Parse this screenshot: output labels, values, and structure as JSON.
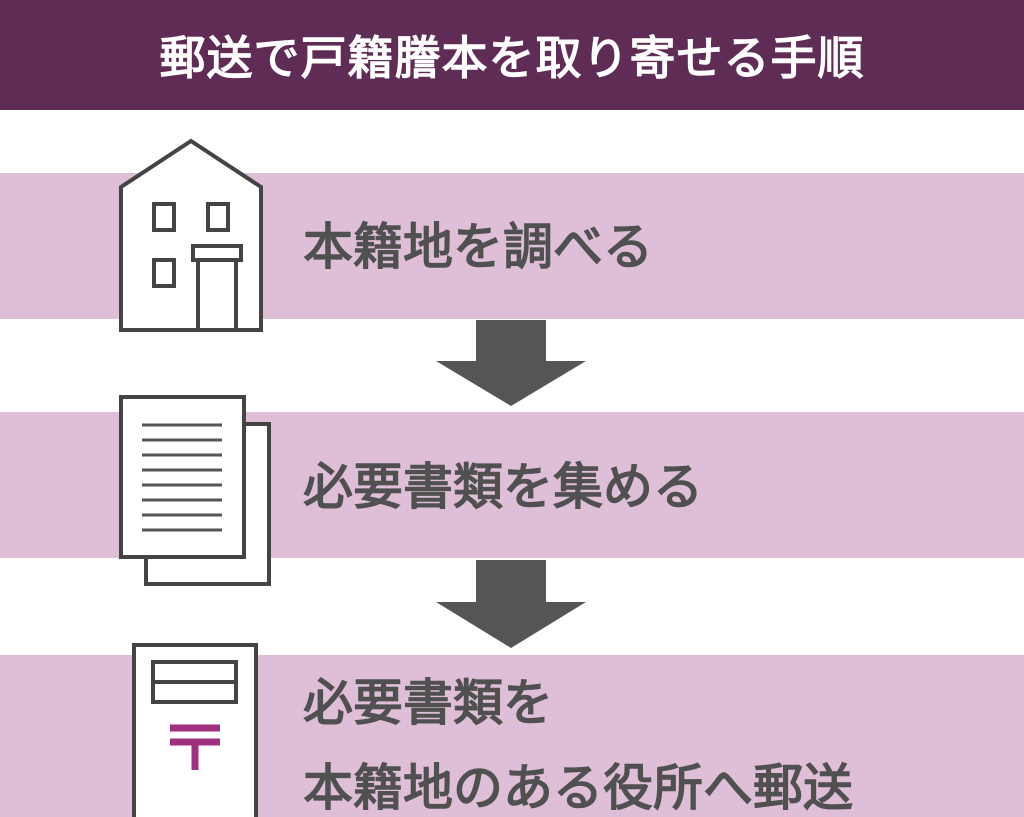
{
  "title": "郵送で戸籍謄本を取り寄せる手順",
  "steps": [
    {
      "label": "本籍地を調べる",
      "icon": "house-icon"
    },
    {
      "label": "必要書類を集める",
      "icon": "document-icon"
    },
    {
      "label_line1": "必要書類を",
      "label_line2": "本籍地のある役所へ郵送",
      "icon": "postbox-icon"
    }
  ],
  "colors": {
    "header": "#5e2c54",
    "band": "#dfbfd8",
    "arrow": "#555555",
    "text": "#505050",
    "postmark": "#a0307f"
  }
}
